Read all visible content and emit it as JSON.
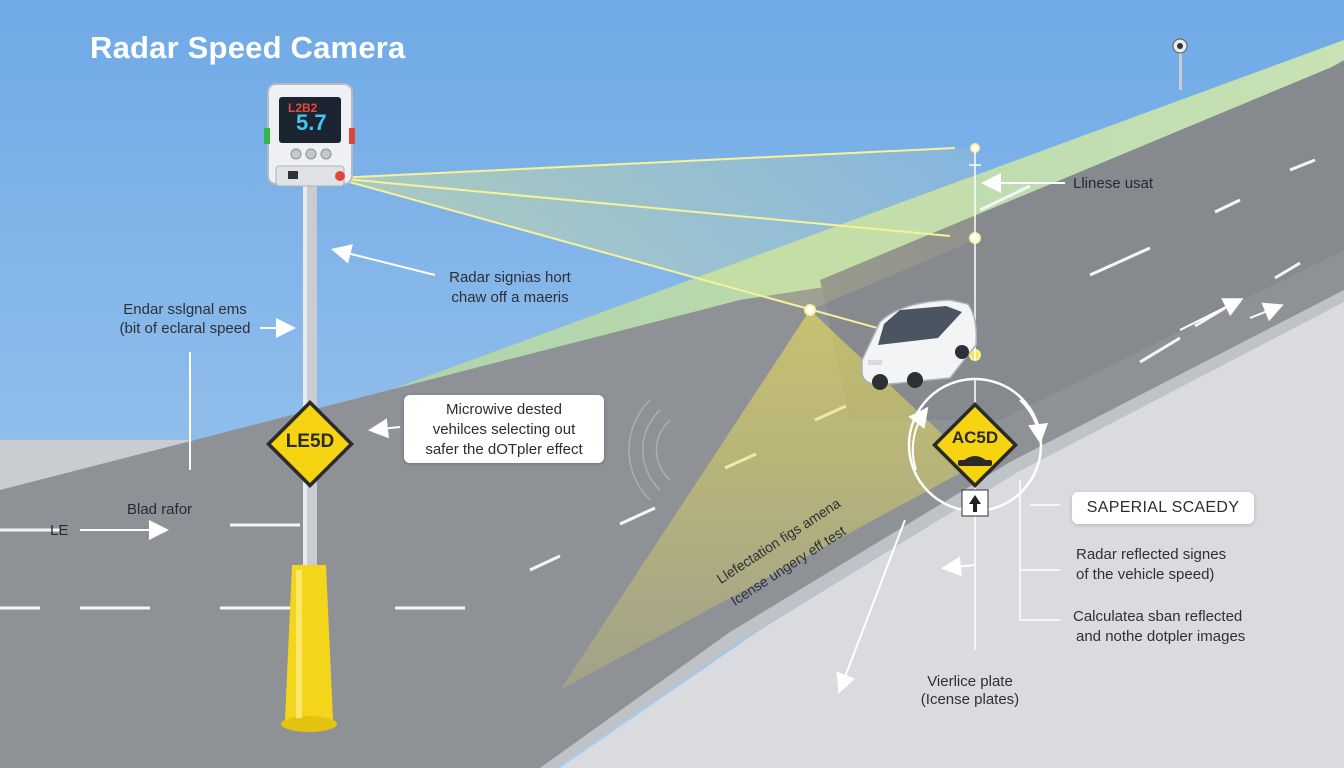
{
  "title": "Radar Speed Camera",
  "device": {
    "display_top": "L2B2",
    "display_speed": "5.7"
  },
  "signs": {
    "pole_sign": "LE5D",
    "road_sign": "AC5D"
  },
  "labels": {
    "license_usat": "Llinese usat",
    "radar_not_line1": "Radar signias hort",
    "radar_not_line2": "chaw off a maeris",
    "emits_line1": "Endar sslgnal ems",
    "emits_line2": "(bit of eclaral speed",
    "blad_rafor": "Blad rafor",
    "le": "LE",
    "reflected_line1": "Radar reflected signes",
    "reflected_line2": "of the vehicle speed)",
    "calc_line1": "Calculatea sban reflected",
    "calc_line2": "and nothe dotpler images",
    "lefectation_line1": "Llefectation figs amena",
    "lefectation_line2": "Icense ungery eff test",
    "vehicle_plate_line1": "Vierlice plate",
    "vehicle_plate_line2": "(Icense plates)"
  },
  "microwave_box": {
    "line1": "Microwive dested",
    "line2": "vehilces selecting out",
    "line3": "safer the dOTpler effect"
  },
  "speedy_box": {
    "label": "SAPERIAL SCAEDY"
  },
  "colors": {
    "sky": "#8cbbe6",
    "grass": "#b9d8a8",
    "road": "#8f9297",
    "sign_yellow": "#f6d412",
    "pole_yellow": "#f3d51c",
    "beam": "#f3ef7c"
  }
}
